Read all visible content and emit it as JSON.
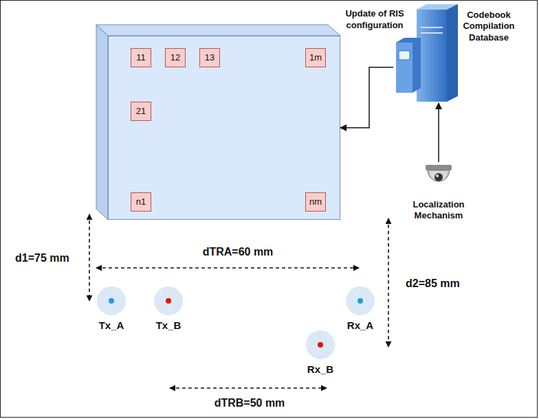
{
  "diagram": {
    "nodes": [
      {
        "text": []
      },
      {
        "text": [
          "11"
        ],
        "in": 0
      },
      {
        "text": [
          "12"
        ],
        "in": 0
      },
      {
        "text": [
          "13"
        ],
        "in": 0
      },
      {
        "text": [
          "1m"
        ],
        "in": 0
      },
      {
        "text": [
          "21"
        ],
        "in": 0
      },
      {
        "text": [
          "n1"
        ],
        "in": 0
      },
      {
        "text": [
          "nm"
        ],
        "in": 0
      },
      {
        "text": [
          "Codebook Compilation Database"
        ]
      },
      {
        "text": [
          "Localization Mechanism"
        ]
      },
      {
        "text": [
          "Tx_A"
        ]
      },
      {
        "text": [
          "Tx_B"
        ]
      },
      {
        "text": [
          "Rx_A"
        ]
      },
      {
        "text": [
          "Rx_B"
        ]
      }
    ],
    "edges": [
      {
        "from": 8,
        "to": 0,
        "arrow": "to",
        "label": "Update of RIS configuration"
      },
      {
        "from": 9,
        "to": 8,
        "arrow": "to"
      },
      {
        "from": 1,
        "to": 2,
        "arrow": "none"
      },
      {
        "from": 2,
        "to": 3,
        "arrow": "none"
      },
      {
        "from": 3,
        "to": 4,
        "arrow": "none"
      },
      {
        "from": 4,
        "to": 7,
        "arrow": "none"
      },
      {
        "from": 1,
        "to": 7,
        "arrow": "none"
      },
      {
        "from": 5,
        "to": 6,
        "arrow": "none"
      },
      {
        "from": 6,
        "to": 7,
        "arrow": "none"
      }
    ],
    "labels": [
      "d1=75 mm",
      "dTRA=60 mm",
      "d2=85 mm",
      "dTRB=50 mm"
    ]
  }
}
